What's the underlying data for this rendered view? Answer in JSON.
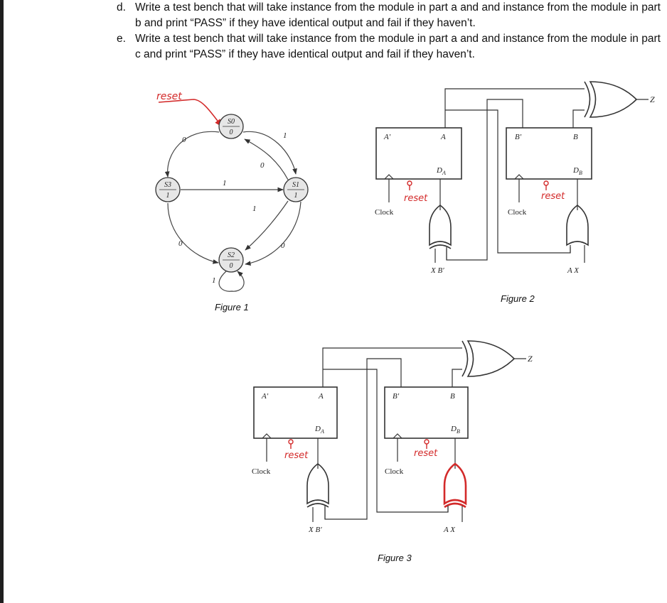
{
  "questions": [
    {
      "label": "d.",
      "text": "Write a test bench that will take instance from the module in part a and and instance from the module in part b and print “PASS” if they have identical output and fail if they haven’t."
    },
    {
      "label": "e.",
      "text": "Write a test bench that will take instance from the module in part a and and instance from the module in part c and print “PASS” if they have identical output and fail if they haven’t."
    }
  ],
  "figure1": {
    "caption": "Figure 1",
    "annotation": "reset",
    "states": [
      {
        "name": "S0",
        "output": "0"
      },
      {
        "name": "S1",
        "output": "1"
      },
      {
        "name": "S2",
        "output": "0"
      },
      {
        "name": "S3",
        "output": "1"
      }
    ],
    "transition_labels": [
      "0",
      "1",
      "0",
      "1",
      "1",
      "0",
      "0",
      "1"
    ]
  },
  "figure2": {
    "caption": "Figure 2",
    "ff_a": {
      "q_bar": "A′",
      "q": "A",
      "d": "D",
      "d_sub": "A",
      "clock": "Clock",
      "reset": "reset",
      "inputs": "X  B′"
    },
    "ff_b": {
      "q_bar": "B′",
      "q": "B",
      "d": "D",
      "d_sub": "B",
      "clock": "Clock",
      "reset": "reset",
      "inputs": "A  X"
    },
    "output": "Z"
  },
  "figure3": {
    "caption": "Figure 3",
    "ff_a": {
      "q_bar": "A′",
      "q": "A",
      "d": "D",
      "d_sub": "A",
      "clock": "Clock",
      "reset": "reset",
      "inputs": "X  B′"
    },
    "ff_b": {
      "q_bar": "B′",
      "q": "B",
      "d": "D",
      "d_sub": "B",
      "clock": "Clock",
      "reset": "reset",
      "inputs": "A  X"
    },
    "output": "Z"
  },
  "colors": {
    "ink": "#222222",
    "wire": "#333333",
    "annotation": "#d32a2a",
    "state_fill": "#e6e6e6"
  }
}
